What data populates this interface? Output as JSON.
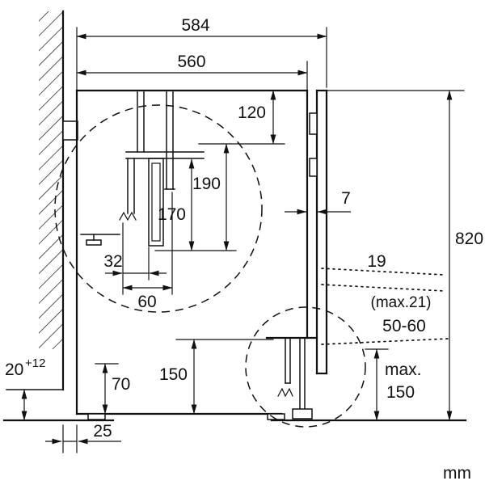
{
  "diagram": {
    "unit": "mm",
    "dims": {
      "overall_depth": "584",
      "body_depth": "560",
      "top_section_height": "120",
      "detail_outer_height": "190",
      "detail_inner_height": "170",
      "detail_inner_width": "32",
      "detail_outer_width": "60",
      "front_gap": "7",
      "niche_height": "820",
      "door_thickness": "19",
      "door_thickness_max": "(max.21)",
      "plinth_recess_depth": "50-60",
      "lower_section_height": "150",
      "foot_height": "70",
      "plinth_max_label": "max.",
      "plinth_max_value": "150",
      "rear_wall_gap": "20",
      "rear_wall_gap_tolerance": "+12",
      "rear_clearance": "25"
    }
  }
}
